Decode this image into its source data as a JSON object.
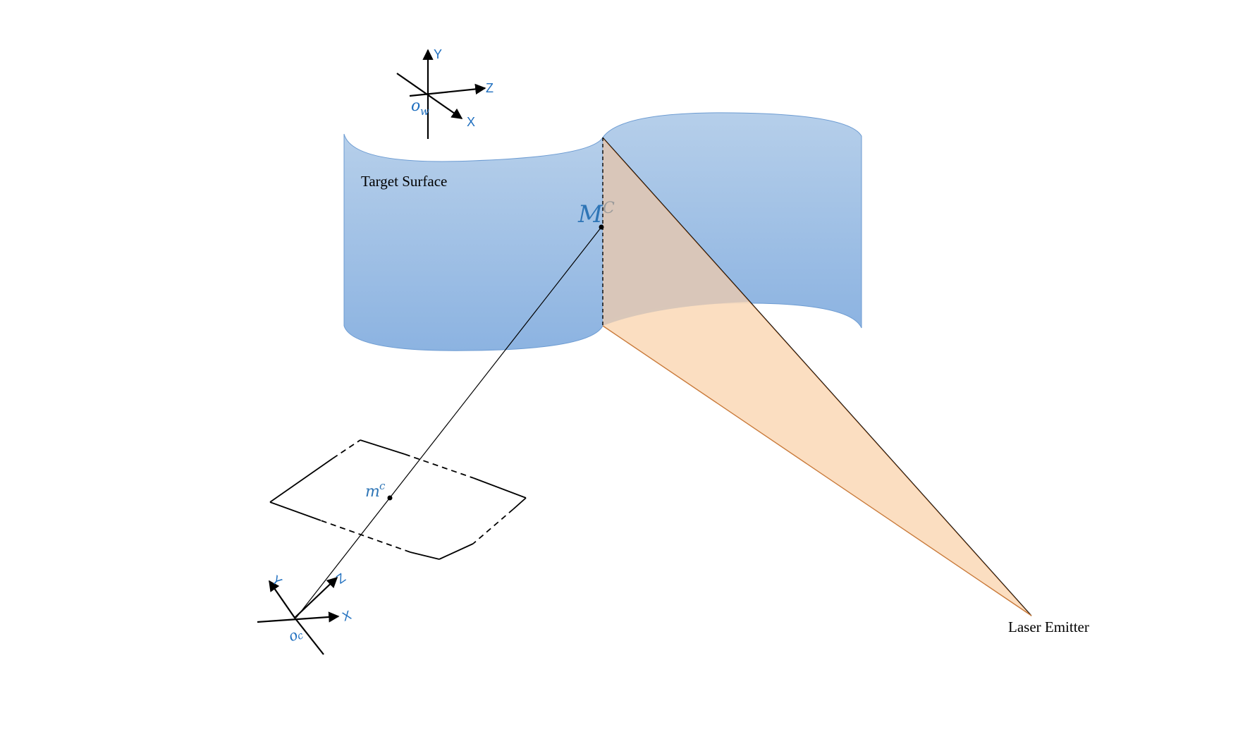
{
  "labels": {
    "target_surface": "Target Surface",
    "laser_emitter": "Laser Emitter",
    "point_M": "M",
    "point_M_sup": "C",
    "point_m": "m",
    "point_m_sup": "c"
  },
  "world_frame": {
    "origin": "o",
    "origin_sub": "w",
    "x": "X",
    "y": "Y",
    "z": "Z"
  },
  "camera_frame": {
    "origin": "o",
    "origin_sub": "c",
    "x": "X",
    "y": "Y",
    "z": "Z"
  },
  "colors": {
    "surface_top": "#b4cde9",
    "surface_bottom": "#8db4e2",
    "surface_stroke": "#6c9bd2",
    "laser_fill": "#fbdcbc",
    "laser_overlap": "#d7c5b8",
    "laser_stroke": "#c97a3a",
    "axis_label": "#1f6fbf",
    "ink": "#000000"
  }
}
